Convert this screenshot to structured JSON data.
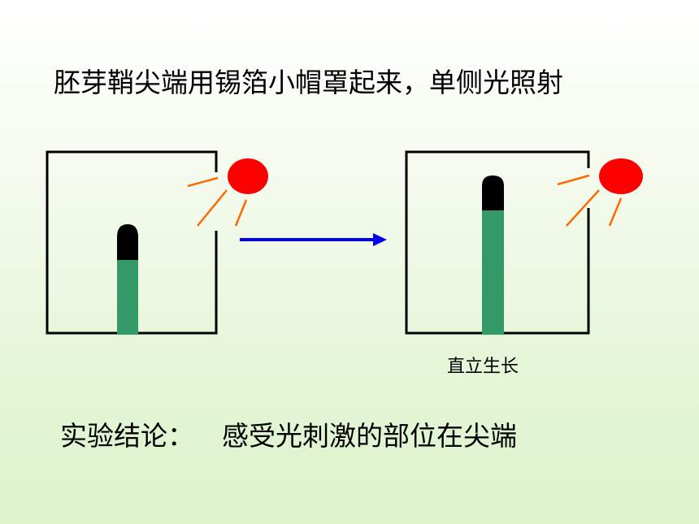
{
  "slide": {
    "title": "胚芽鞘尖端用锡箔小帽罩起来，单侧光照射",
    "result_label": "直立生长",
    "conclusion_label": "实验结论：",
    "conclusion_text": "感受光刺激的部位在尖端"
  },
  "colors": {
    "box": "#000000",
    "sun": "#ff0000",
    "rays": "#ff6a00",
    "coleoptile": "#339966",
    "foil_cap": "#000000",
    "arrow": "#0000ee"
  },
  "icons": [
    "sun-icon",
    "arrow-right-icon"
  ]
}
